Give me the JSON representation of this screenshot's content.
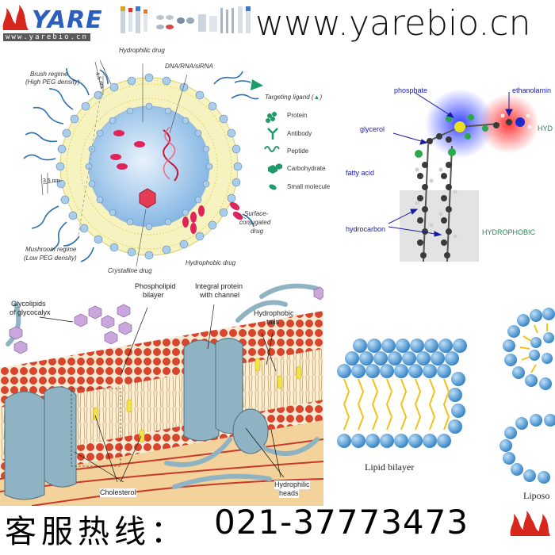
{
  "header": {
    "logo_text": "YARE",
    "logo_url": "www.yarebio.cn",
    "site_url": "www.yarebio.cn"
  },
  "liposome": {
    "hydrophilic_drug": "Hydrophilic drug",
    "dna": "DNA/RNA/siRNA",
    "brush_regime": "Brush regime",
    "brush_density": "(High PEG density)",
    "brush_size": "4.5 nm",
    "mushroom_regime": "Mushroom regime",
    "mushroom_density": "(Low PEG density)",
    "mushroom_size": "3.5 nm",
    "surface_conj": "Surface-",
    "surface_conj2": "conjugated",
    "surface_conj3": "drug",
    "crystalline": "Crystalline drug",
    "hydrophobic": "Hydrophobic drug",
    "legend_title": "Targeting ligand (",
    "legend_title_end": ")",
    "legend": [
      "Protein",
      "Antibody",
      "Peptide",
      "Carbohydrate",
      "Small molecule"
    ]
  },
  "phospholipid": {
    "phosphate": "phosphate",
    "ethanolamine": "ethanolamin",
    "glycerol": "glycerol",
    "hydrophilic_short": "HYD",
    "fatty_acid": "fatty acid",
    "hydrocarbon": "hydrocarbon",
    "hydrophobic": "HYDROPHOBIC"
  },
  "membrane": {
    "glycolipids": "Glycolipids",
    "glycocalyx": "of glycocalyx",
    "phospholipid": "Phospholipid",
    "bilayer": "bilayer",
    "integral": "Integral protein",
    "channel": "with channel",
    "hydrophobic": "Hydrophobic",
    "tails": "tails",
    "cholesterol": "Cholesterol",
    "hydrophilic": "Hydrophilic",
    "heads": "heads"
  },
  "bilayer_fig": {
    "lipid_bilayer": "Lipid bilayer",
    "liposome": "Liposo"
  },
  "footer": {
    "hotline": "客服热线：",
    "phone": "021-37773473"
  },
  "colors": {
    "head_blue": "#5a9bd6",
    "tail_yellow": "#f2d64a",
    "drug_pink": "#e0245a",
    "membrane_red": "#d9442c",
    "protein_blue": "#8fb3c2"
  }
}
